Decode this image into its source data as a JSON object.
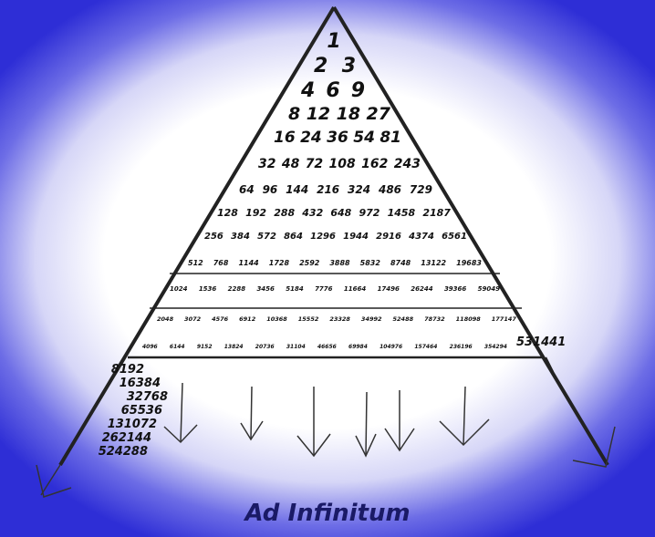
{
  "rows": [
    [
      "1"
    ],
    [
      "2",
      "3"
    ],
    [
      "4",
      "6",
      "9"
    ],
    [
      "8",
      "12",
      "18",
      "27"
    ],
    [
      "16",
      "24",
      "36",
      "54",
      "81"
    ],
    [
      "32",
      "48",
      "72",
      "108",
      "162",
      "243"
    ],
    [
      "64",
      "96",
      "144",
      "216",
      "324",
      "486",
      "729"
    ],
    [
      "128",
      "192",
      "288",
      "432",
      "648",
      "972",
      "1458",
      "2187"
    ],
    [
      "256",
      "384",
      "572",
      "864",
      "1296",
      "1944",
      "2916",
      "4374",
      "6561"
    ],
    [
      "512",
      "768",
      "1144",
      "1728",
      "2592",
      "3888",
      "5832",
      "8748",
      "13122",
      "19683"
    ],
    [
      "1024",
      "1536",
      "2288",
      "3456",
      "5184",
      "7776",
      "11664",
      "17496",
      "26244",
      "39366",
      "59049"
    ],
    [
      "2048",
      "3072",
      "4576",
      "6912",
      "10368",
      "15552",
      "23328",
      "34992",
      "52488",
      "78732",
      "118098",
      "177147"
    ],
    [
      "4096",
      "6144",
      "9152",
      "13824",
      "20736",
      "31104",
      "46656",
      "69984",
      "104976",
      "157464",
      "236196",
      "354294"
    ]
  ],
  "right_value": "531441",
  "left_column": [
    "8192",
    "16384",
    "32768",
    "65536",
    "131072",
    "262144",
    "524288"
  ],
  "caption": "Ad Infinitum",
  "colors": {
    "ink": "#111111",
    "caption": "#1a1a66",
    "vignette": "#2e2ed6"
  }
}
